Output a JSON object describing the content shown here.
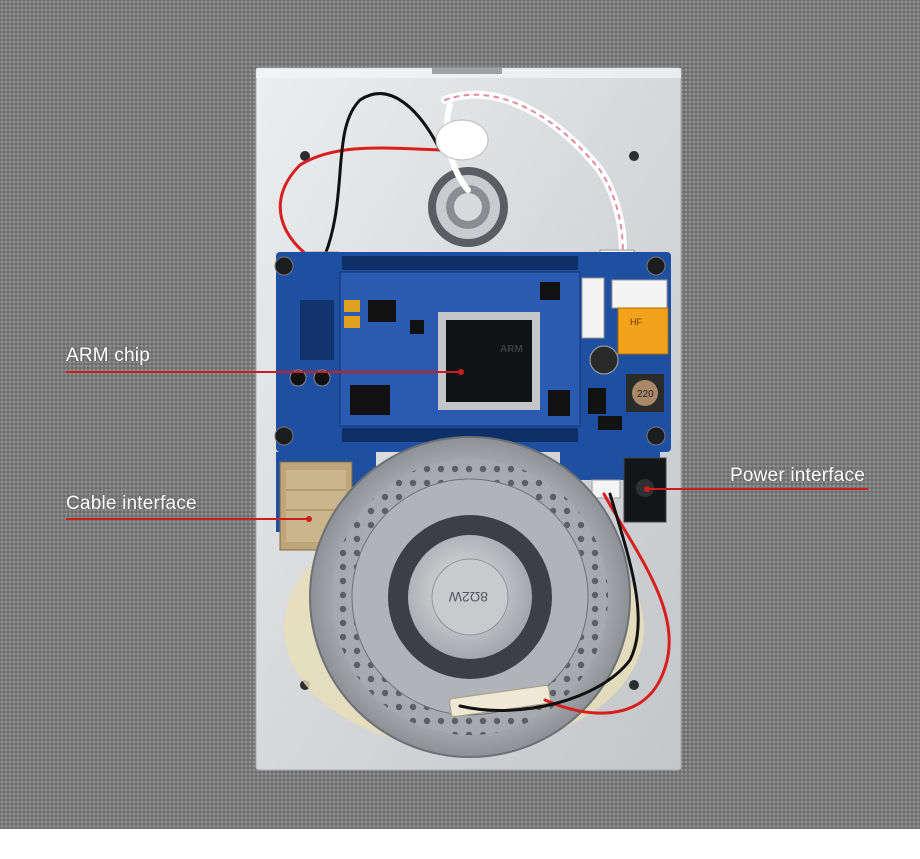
{
  "callouts": {
    "arm_chip": "ARM chip",
    "cable_interface": "Cable interface",
    "power_interface": "Power interface"
  },
  "speaker_marking": "8Ω2W",
  "relay_marking": "HF",
  "inductor_marking": "220",
  "colors": {
    "background": "#7a7a7a",
    "callout_line": "#c81e1e",
    "pcb": "#1f4fa0",
    "chassis": "#d9dbdd"
  }
}
